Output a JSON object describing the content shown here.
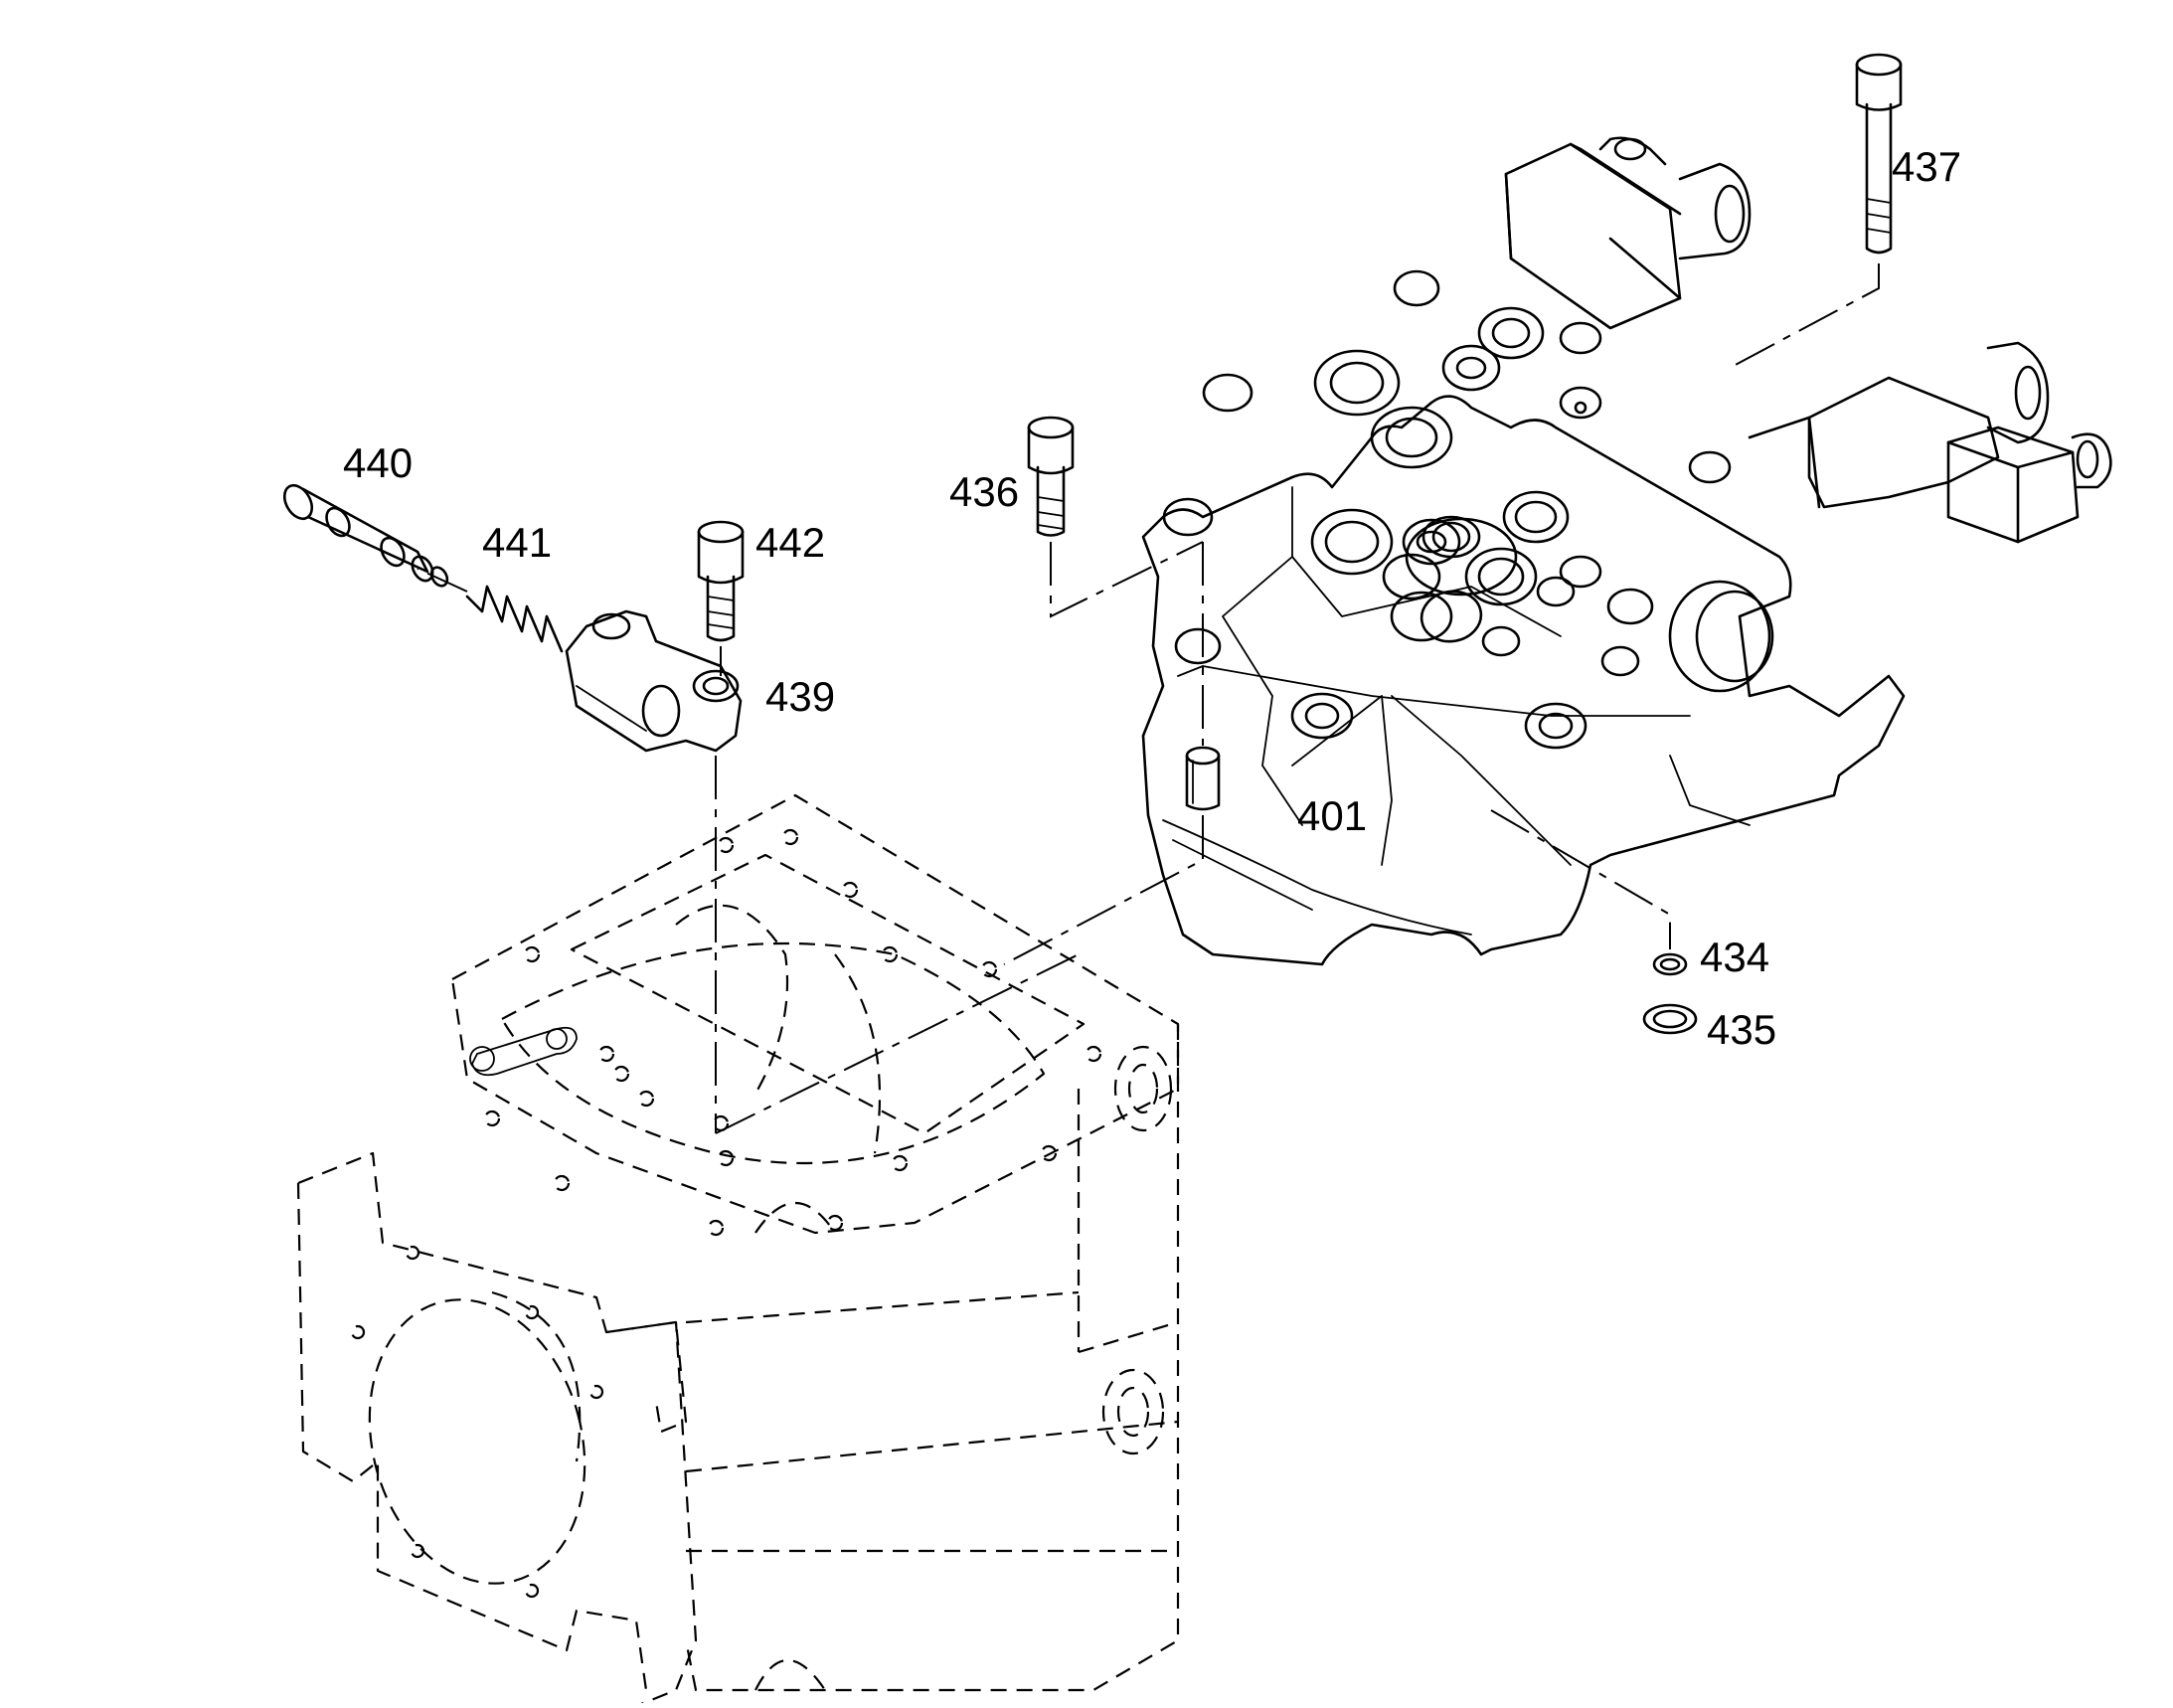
{
  "diagram": {
    "parts": [
      {
        "id": "part-440",
        "label": "440"
      },
      {
        "id": "part-441",
        "label": "441"
      },
      {
        "id": "part-442",
        "label": "442"
      },
      {
        "id": "part-439",
        "label": "439"
      },
      {
        "id": "part-436",
        "label": "436"
      },
      {
        "id": "part-437",
        "label": "437"
      },
      {
        "id": "part-401",
        "label": "401"
      },
      {
        "id": "part-434",
        "label": "434"
      },
      {
        "id": "part-435",
        "label": "435"
      }
    ]
  }
}
